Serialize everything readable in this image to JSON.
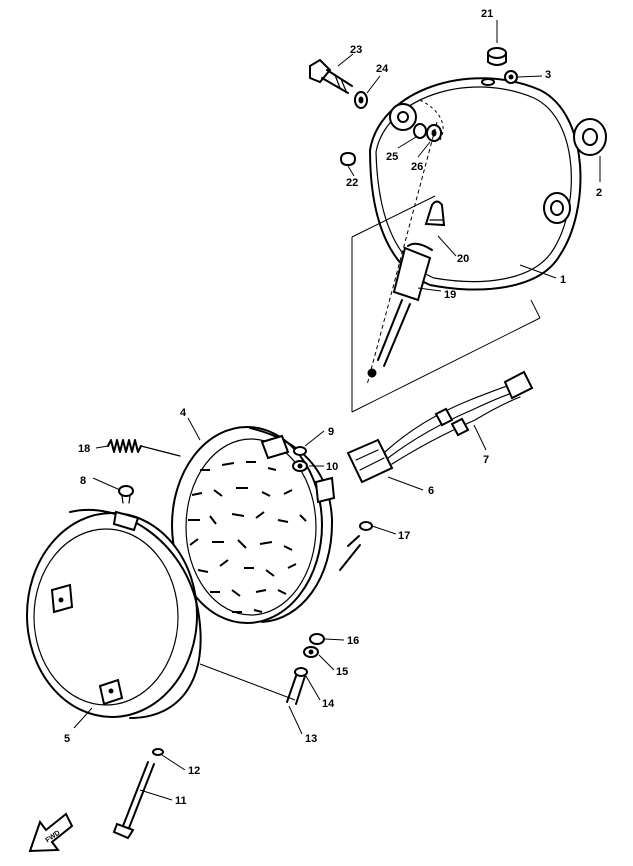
{
  "callouts": {
    "c1": "1",
    "c2": "2",
    "c3": "3",
    "c4": "4",
    "c5": "5",
    "c6": "6",
    "c7": "7",
    "c8": "8",
    "c9": "9",
    "c10": "10",
    "c11": "11",
    "c12": "12",
    "c13": "13",
    "c14": "14",
    "c15": "15",
    "c16": "16",
    "c17": "17",
    "c18": "18",
    "c19": "19",
    "c20": "20",
    "c21": "21",
    "c22": "22",
    "c23": "23",
    "c24": "24",
    "c25": "25",
    "c26": "26"
  },
  "front_arrow": {
    "label": "FWD"
  }
}
